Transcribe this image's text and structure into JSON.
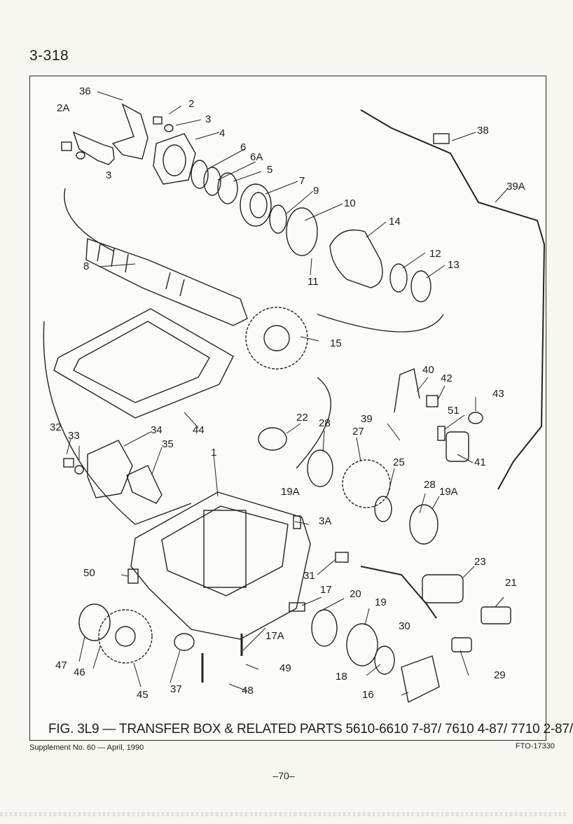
{
  "header": {
    "page_number": "3-318"
  },
  "figure": {
    "caption": "FIG. 3L9 — TRANSFER BOX & RELATED PARTS 5610-6610 7-87/ 7610 4-87/ 7710 2-87/",
    "callouts": {
      "c36": "36",
      "c2": "2",
      "c2a": "2A",
      "c3a": "3",
      "c3b": "3",
      "c4": "4",
      "c6": "6",
      "c6a": "6A",
      "c5": "5",
      "c7": "7",
      "c9": "9",
      "c10": "10",
      "c14": "14",
      "c38": "38",
      "c39a": "39A",
      "c8": "8",
      "c11": "11",
      "c12": "12",
      "c13": "13",
      "c15": "15",
      "c40": "40",
      "c42": "42",
      "c43": "43",
      "c51": "51",
      "c39": "39",
      "c41": "41",
      "c44": "44",
      "c32": "32",
      "c33": "33",
      "c34": "34",
      "c35": "35",
      "c22": "22",
      "c28a": "28",
      "c27": "27",
      "c25": "25",
      "c1": "1",
      "c19aa": "19A",
      "c28b": "28",
      "c19ab": "19A",
      "c3A": "3A",
      "c50": "50",
      "c31": "31",
      "c23": "23",
      "c17": "17",
      "c20": "20",
      "c19": "19",
      "c21": "21",
      "c30": "30",
      "c17a": "17A",
      "c47": "47",
      "c46": "46",
      "c49": "49",
      "c18": "18",
      "c29": "29",
      "c45": "45",
      "c37": "37",
      "c48": "48",
      "c16": "16"
    }
  },
  "footer": {
    "supplement": "Supplement No. 60 — April, 1990",
    "drawing_code": "FTO-17330",
    "folio": "–70–"
  }
}
